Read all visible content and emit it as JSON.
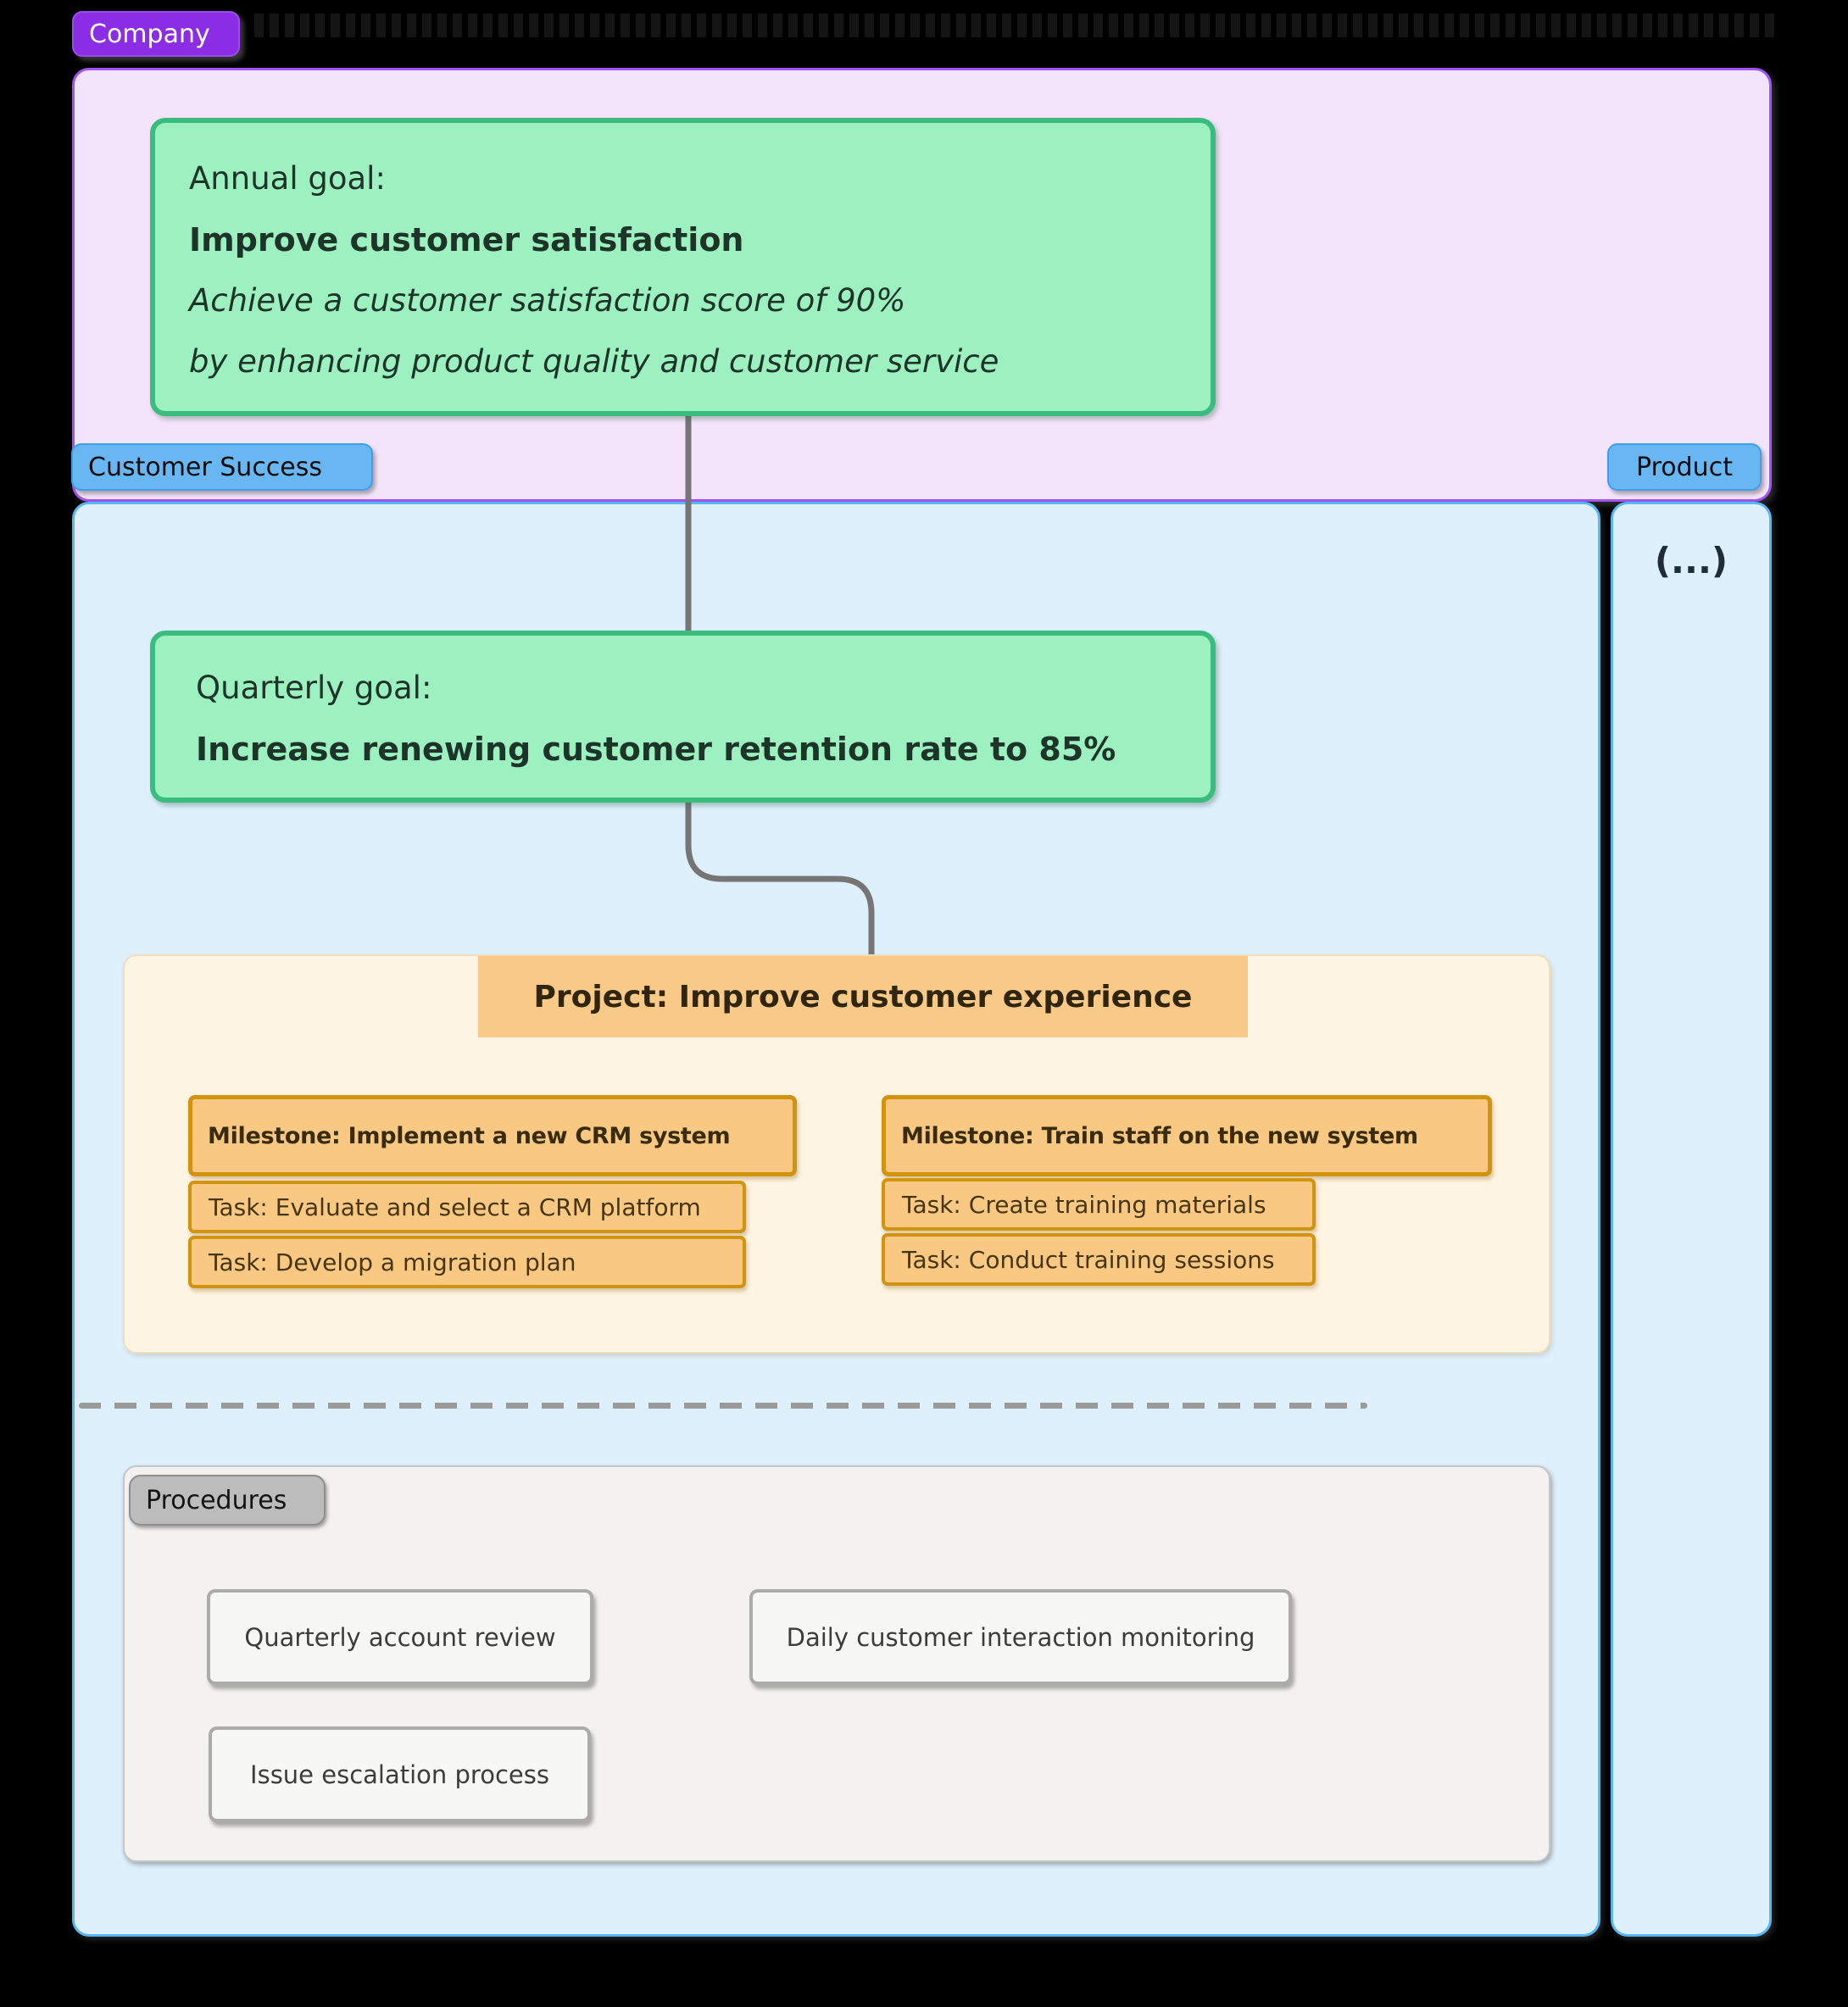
{
  "company": {
    "label": "Company",
    "annual_goal": {
      "heading": "Annual goal:",
      "title": "Improve customer satisfaction",
      "description_line1": "Achieve a customer satisfaction score of 90%",
      "description_line2": "by enhancing product quality and customer service"
    }
  },
  "customer_success": {
    "label": "Customer Success",
    "quarterly_goal": {
      "heading": "Quarterly goal:",
      "title": "Increase renewing customer retention rate to 85%"
    },
    "project": {
      "title": "Project: Improve customer experience",
      "milestones": [
        {
          "label": "Milestone: Implement a new CRM system",
          "tasks": [
            "Task: Evaluate and select a CRM platform",
            "Task: Develop a migration plan"
          ]
        },
        {
          "label": "Milestone: Train staff on the new system",
          "tasks": [
            "Task: Create training materials",
            "Task: Conduct training sessions"
          ]
        }
      ]
    },
    "procedures": {
      "label": "Procedures",
      "items": [
        "Quarterly account review",
        "Daily customer interaction monitoring",
        "Issue escalation process"
      ]
    }
  },
  "product": {
    "label": "Product",
    "collapsed_indicator": "(...)"
  },
  "palette": {
    "company_accent": "#8b2de4",
    "team_accent": "#57b7f3",
    "goal_fill": "#9df1c1",
    "goal_border": "#3abc7f",
    "project_node_fill": "#f9c984",
    "project_node_border": "#d2930d",
    "project_container_fill": "#fdf4e3",
    "procedures_fill": "#f3f2f0",
    "connector": "#757575"
  }
}
